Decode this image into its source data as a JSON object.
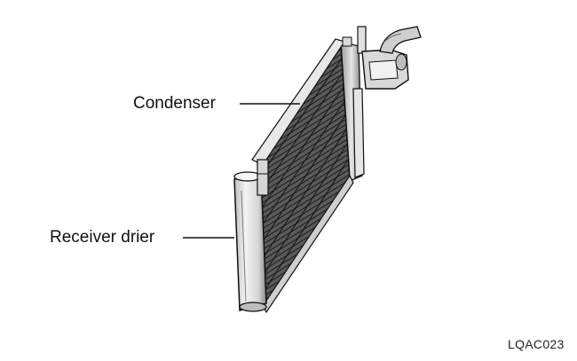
{
  "labels": {
    "condenser": "Condenser",
    "receiver_drier": "Receiver drier"
  },
  "figure_code": "LQAC023",
  "colors": {
    "ink": "#111111",
    "core_dark": "#3a3a3a",
    "shade_light": "#cfcfcf",
    "paper": "#ffffff"
  }
}
